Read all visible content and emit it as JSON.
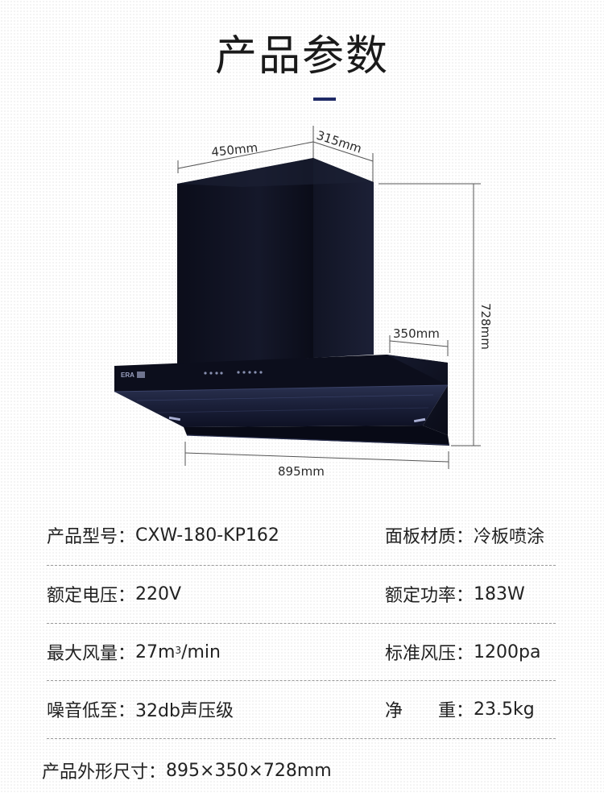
{
  "header": {
    "title": "产品参数"
  },
  "figure": {
    "dim_width": "450mm",
    "dim_depth_top": "315mm",
    "dim_height": "728mm",
    "dim_depth_bottom": "350mm",
    "dim_total_width": "895mm",
    "brand_logo": "ERA"
  },
  "specs": [
    {
      "left_label": "产品型号：",
      "left_value": "CXW-180-KP162",
      "right_label": "面板材质：",
      "right_value": "冷板喷涂"
    },
    {
      "left_label": "额定电压：",
      "left_value": "220V",
      "right_label": "额定功率：",
      "right_value": "183W"
    },
    {
      "left_label": "最大风量：",
      "left_value_pre": "27m",
      "left_value_sup": "3",
      "left_value_post": "/min",
      "right_label": "标准风压：",
      "right_value": "1200pa"
    },
    {
      "left_label": "噪音低至：",
      "left_value": "32db声压级",
      "right_label": "净　　重：",
      "right_value": "23.5kg"
    }
  ],
  "footer": {
    "label": "产品外形尺寸：",
    "value": "895×350×728mm"
  },
  "colors": {
    "accent": "#1f2a66",
    "hood_body": "#0d0f1c",
    "separator": "#9a9a9a"
  }
}
